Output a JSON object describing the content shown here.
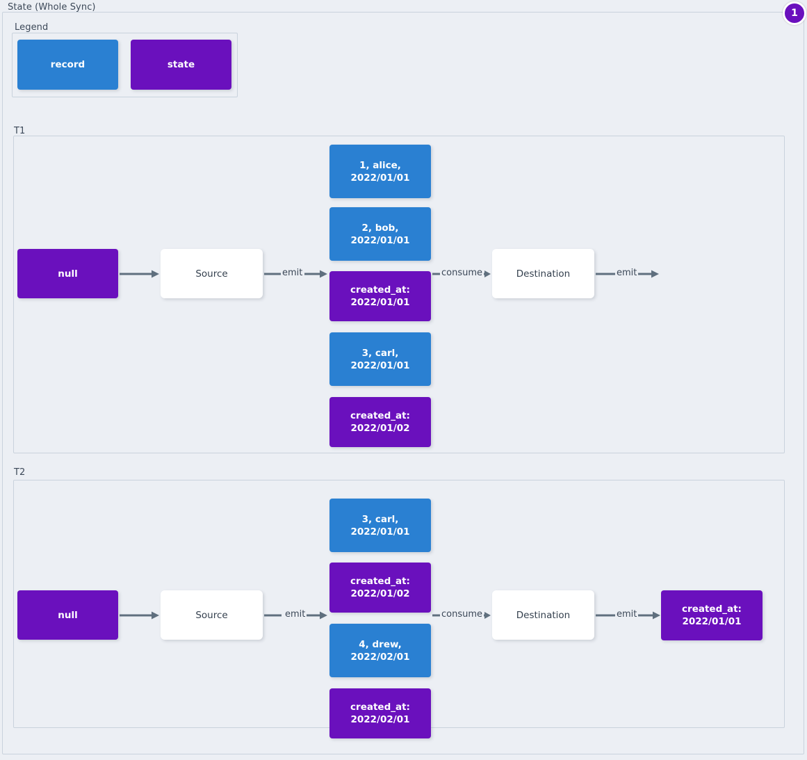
{
  "diagram": {
    "title": "State (Whole Sync)",
    "badge": "1",
    "colors": {
      "record": "#2a80d2",
      "state": "#6a10bd",
      "plain": "#ffffff",
      "background": "#eceff4",
      "edge": "#5f6f7e",
      "border": "#c9d2dc"
    }
  },
  "legend": {
    "title": "Legend",
    "items": [
      {
        "label": "record",
        "type": "record"
      },
      {
        "label": "state",
        "type": "state"
      }
    ]
  },
  "sections": [
    {
      "title": "T1",
      "nodes": {
        "initial_state": "null",
        "source": "Source",
        "destination": "Destination",
        "stream": [
          {
            "label": "1, alice, 2022/01/01",
            "type": "record"
          },
          {
            "label": "2, bob, 2022/01/01",
            "type": "record"
          },
          {
            "label": "created_at:\n2022/01/01",
            "type": "state"
          },
          {
            "label": "3, carl, 2022/01/01",
            "type": "record"
          },
          {
            "label": "created_at:\n2022/01/02",
            "type": "state"
          }
        ],
        "final_state": ""
      },
      "edges": {
        "state_to_source": "",
        "source_emit": "emit",
        "destination_consume": "consume",
        "destination_emit": "emit"
      }
    },
    {
      "title": "T2",
      "nodes": {
        "initial_state": "null",
        "source": "Source",
        "destination": "Destination",
        "stream": [
          {
            "label": "3, carl, 2022/01/01",
            "type": "record"
          },
          {
            "label": "created_at:\n2022/01/02",
            "type": "state"
          },
          {
            "label": "4, drew, 2022/02/01",
            "type": "record"
          },
          {
            "label": "created_at:\n2022/02/01",
            "type": "state"
          }
        ],
        "final_state": "created_at:\n2022/01/01"
      },
      "edges": {
        "state_to_source": "",
        "source_emit": "emit",
        "destination_consume": "consume",
        "destination_emit": "emit"
      }
    }
  ]
}
